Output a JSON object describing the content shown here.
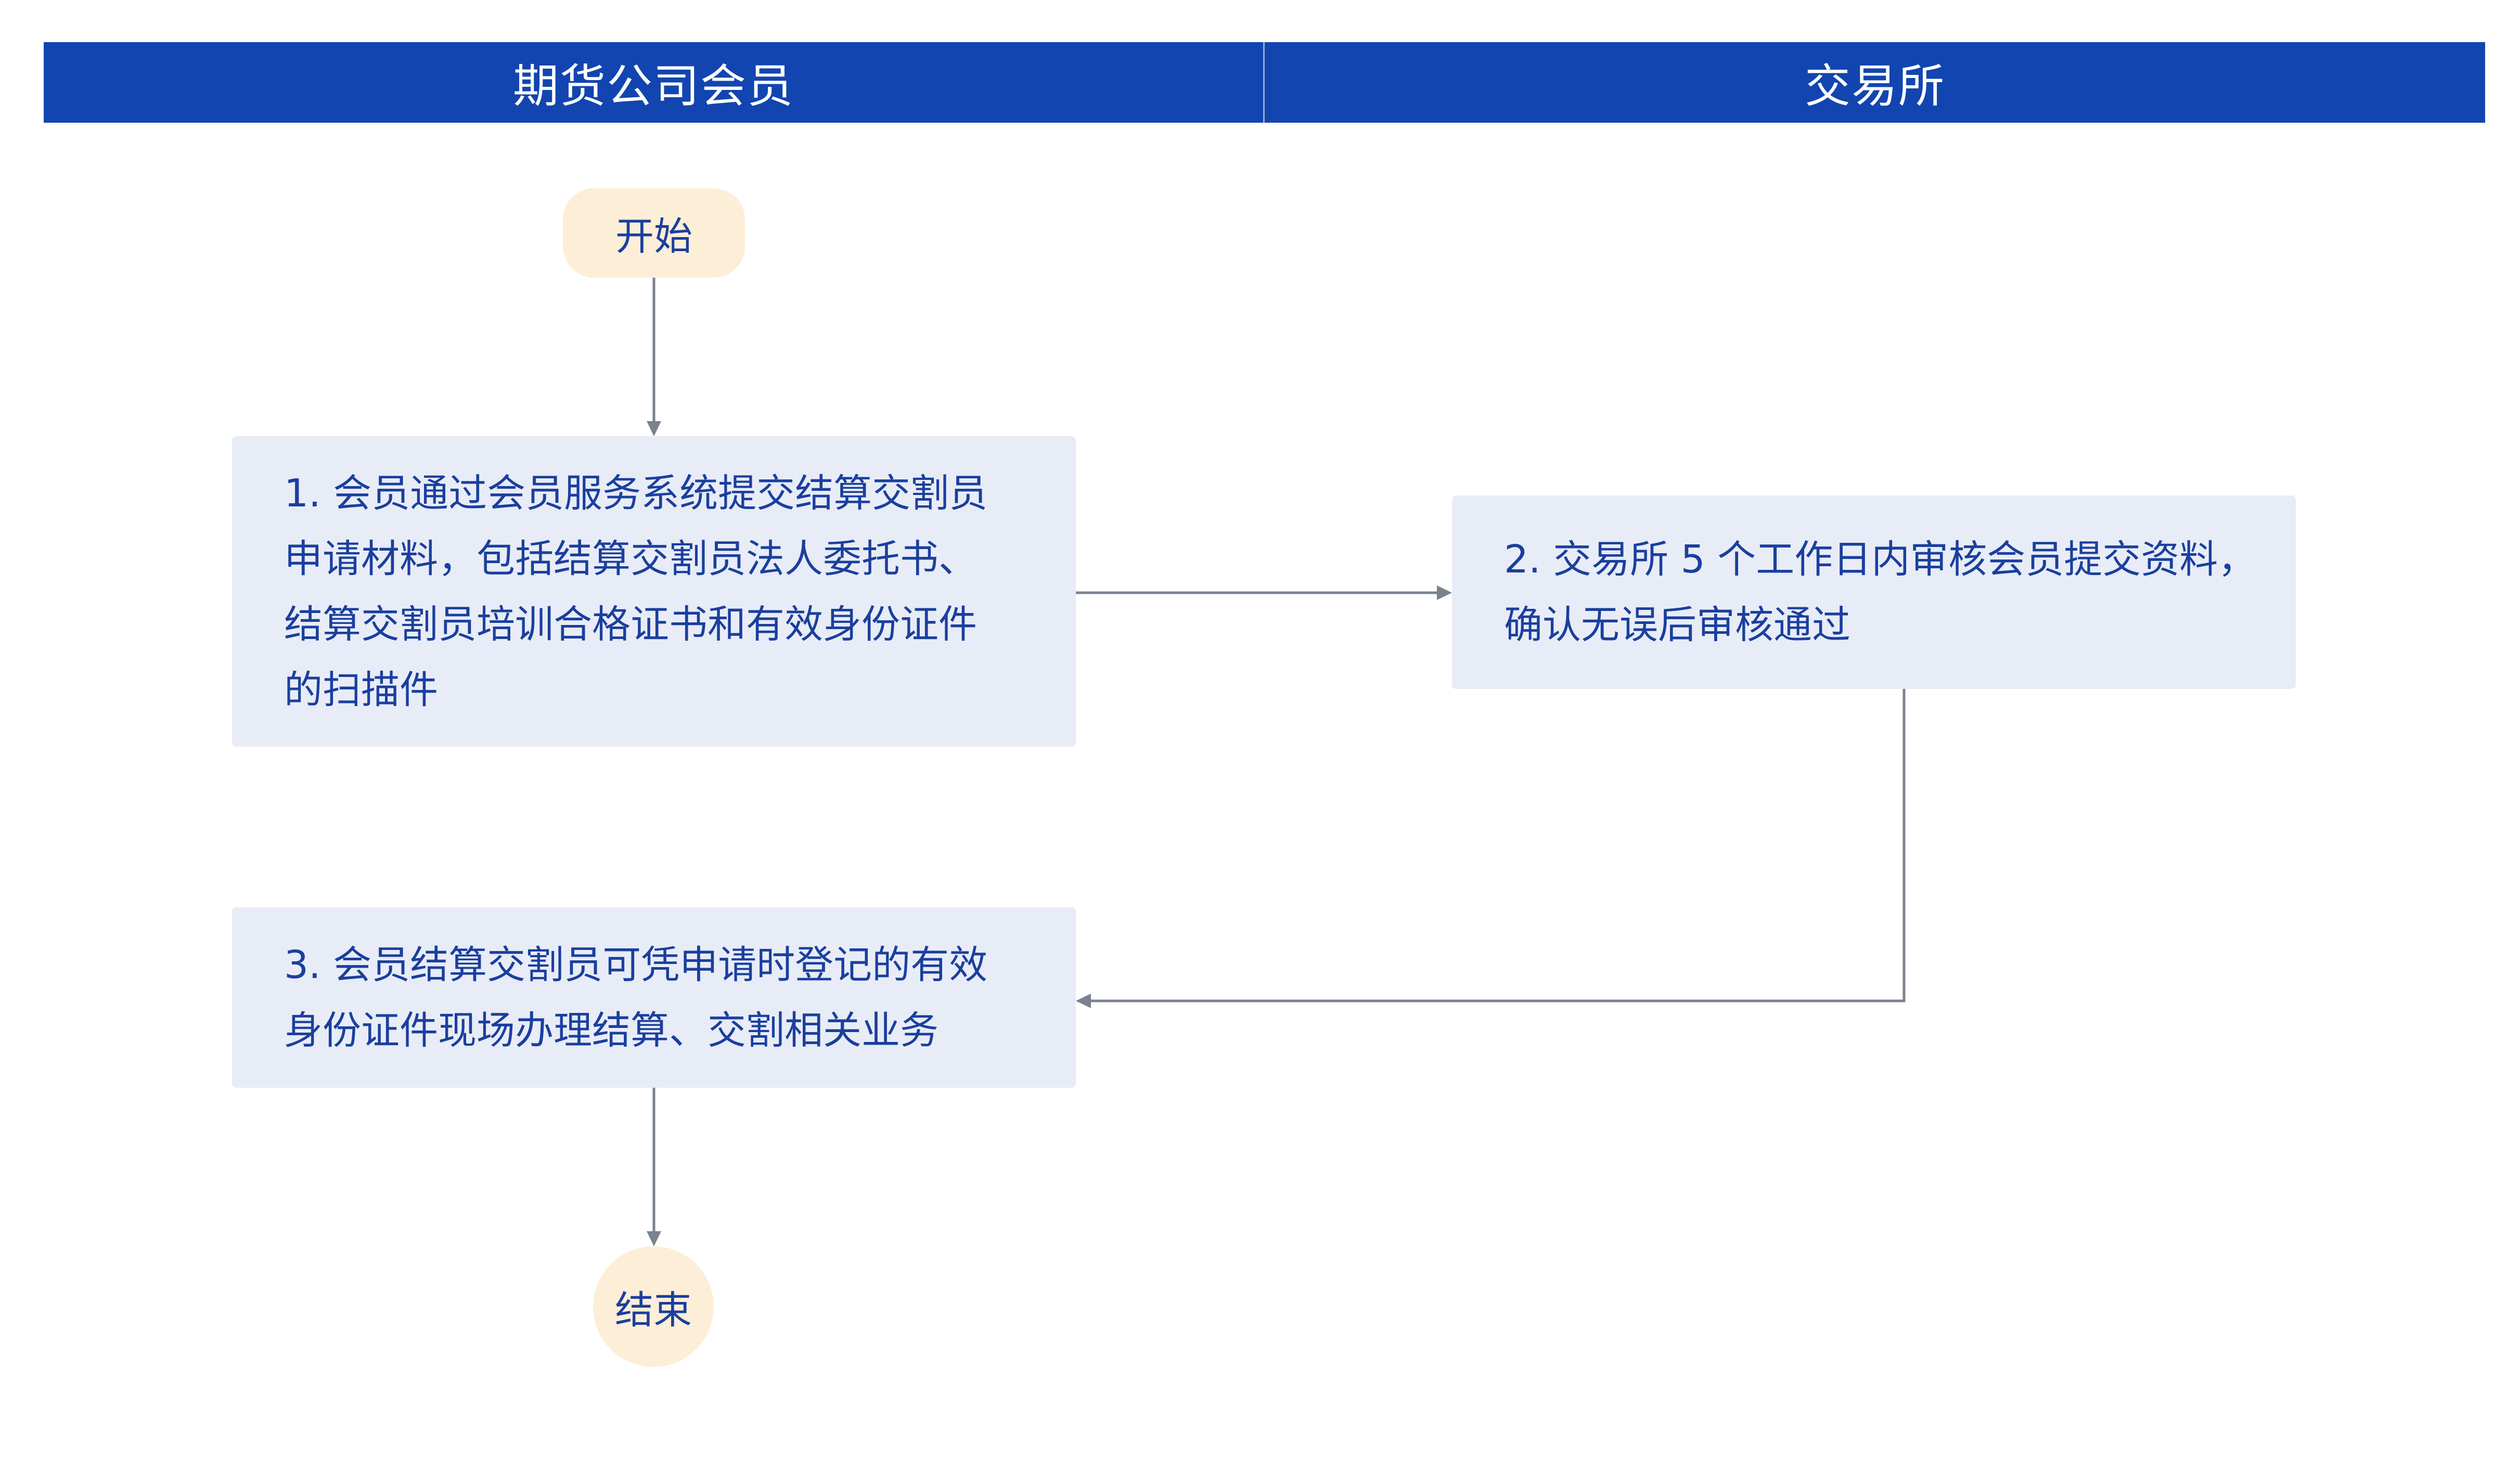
{
  "lanes": {
    "left_title": "期货公司会员",
    "right_title": "交易所"
  },
  "nodes": {
    "start": "开始",
    "step1": "1.  会员通过会员服务系统提交结算交割员\n申请材料，包括结算交割员法人委托书、\n结算交割员培训合格证书和有效身份证件\n的扫描件",
    "step2": "2. 交易所 5 个工作日内审核会员提交资料，\n确认无误后审核通过",
    "step3": "3.  会员结算交割员可凭申请时登记的有效\n身份证件现场办理结算、交割相关业务",
    "end": "结束"
  },
  "colors": {
    "header": "#1245b0",
    "terminal_fill": "#fdeed8",
    "process_fill": "#e8ecf6",
    "text": "#1a3f9e",
    "connector": "#7a828e"
  }
}
